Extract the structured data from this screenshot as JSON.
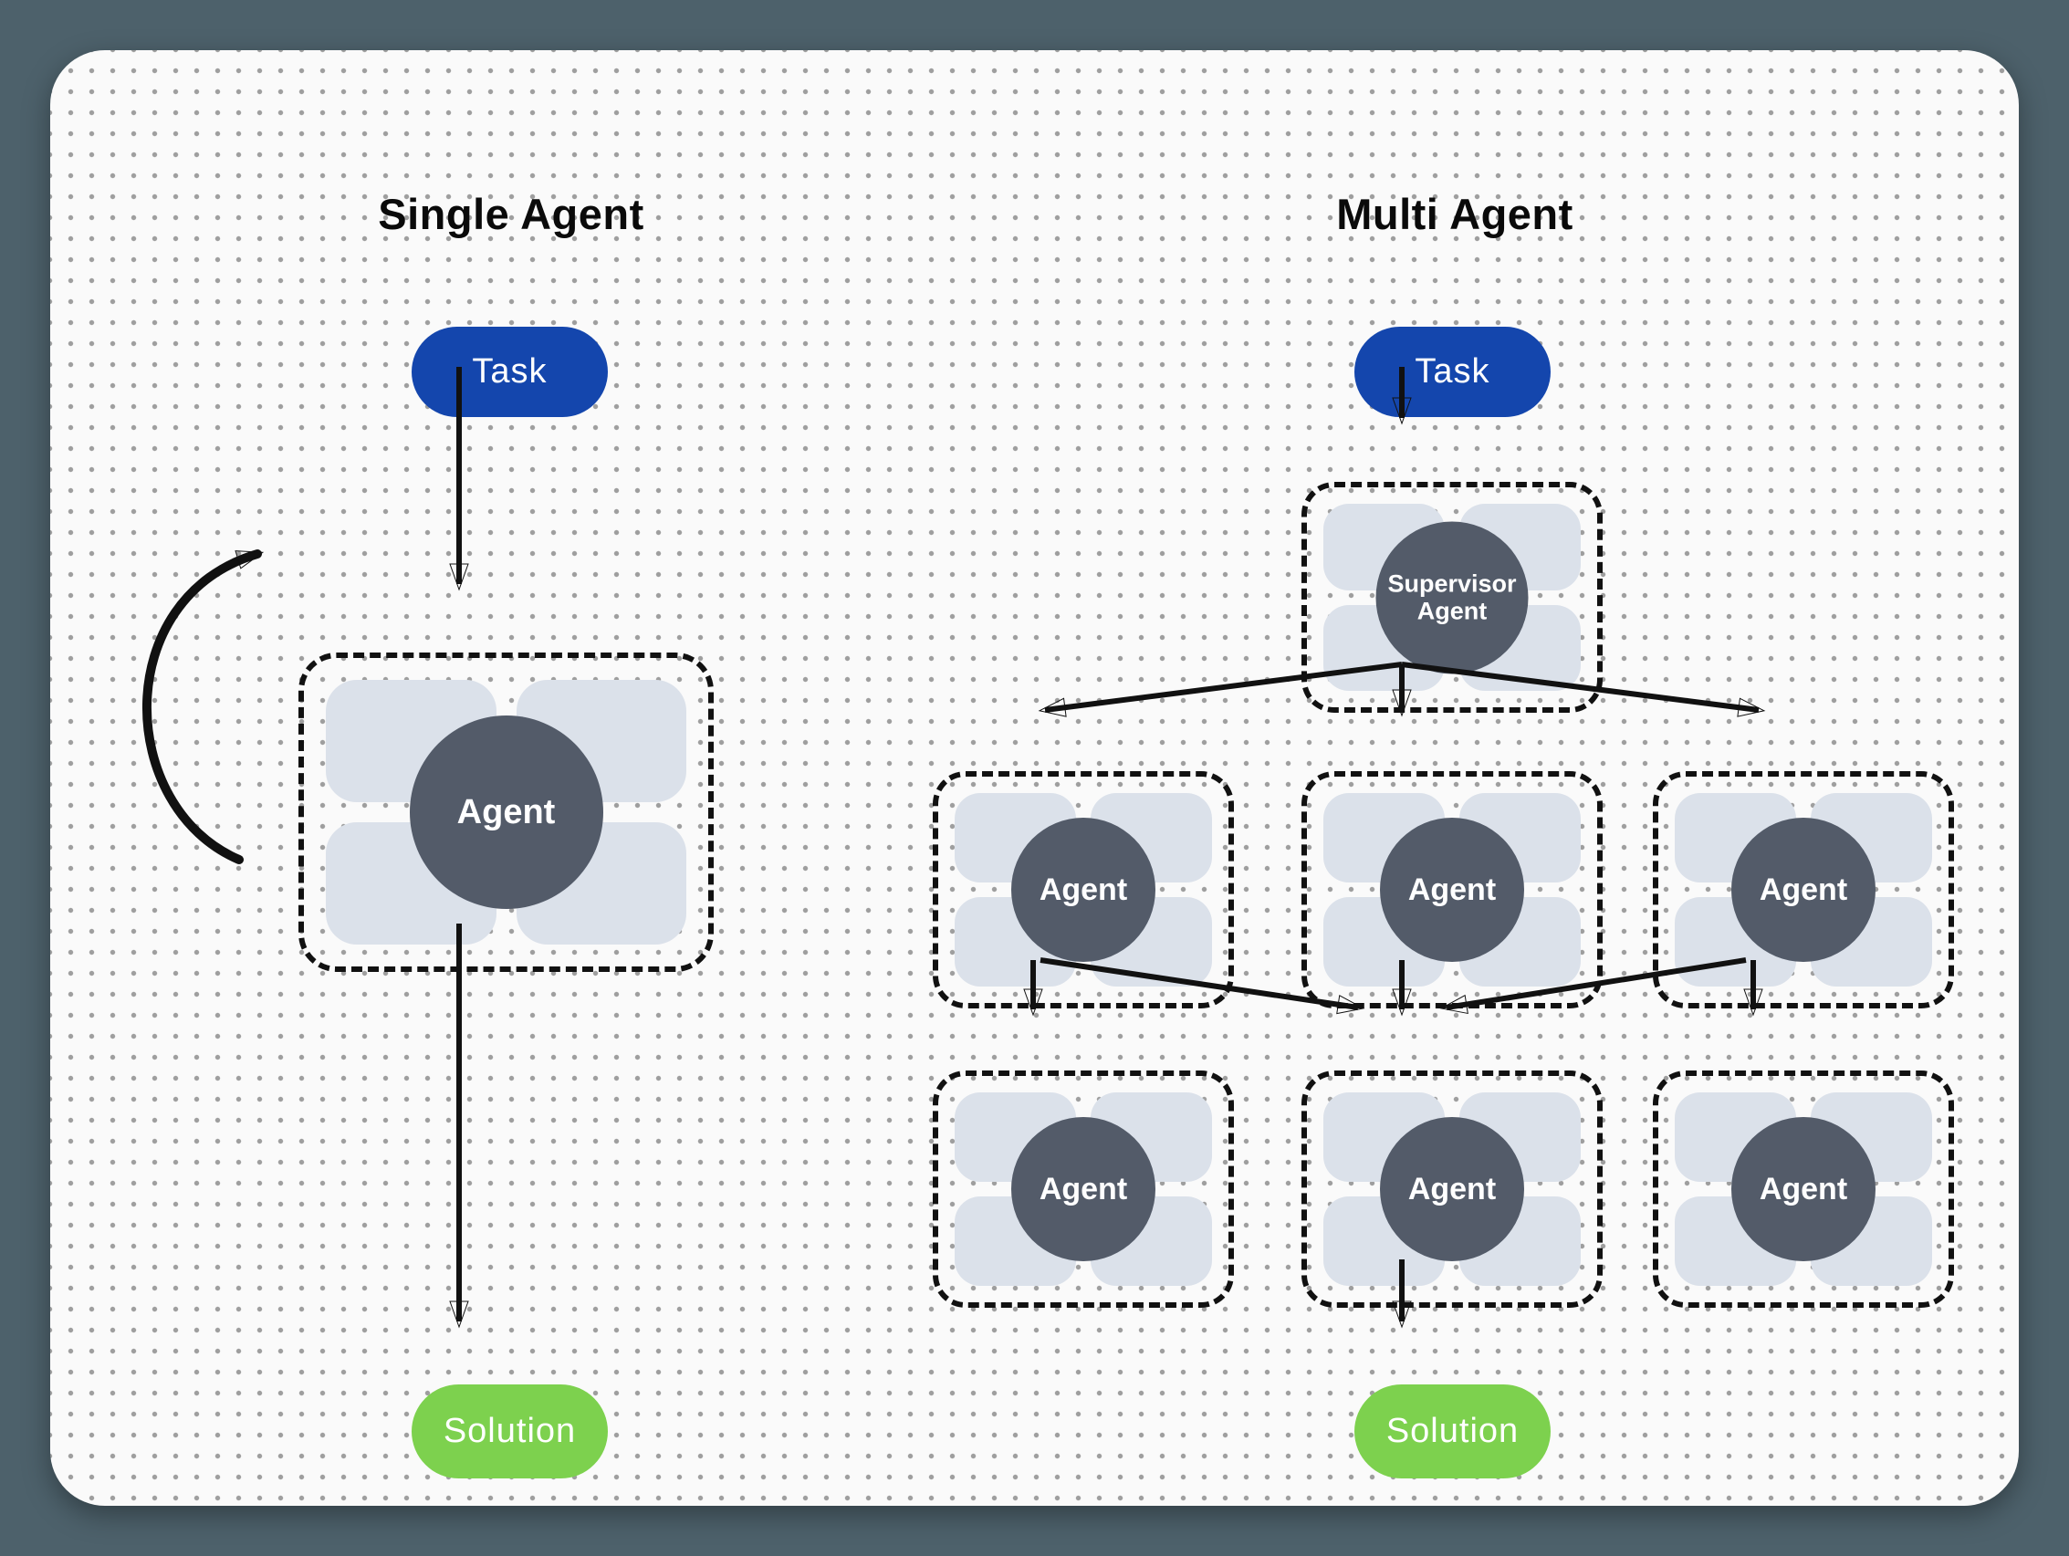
{
  "diagram": {
    "left": {
      "title": "Single Agent",
      "task_label": "Task",
      "agent_label": "Agent",
      "solution_label": "Solution"
    },
    "right": {
      "title": "Multi Agent",
      "task_label": "Task",
      "supervisor_label": "Supervisor Agent",
      "agents_row1": [
        "Agent",
        "Agent",
        "Agent"
      ],
      "agents_row2": [
        "Agent",
        "Agent",
        "Agent"
      ],
      "solution_label": "Solution"
    },
    "colors": {
      "backdrop": "#4d616b",
      "canvas": "#fafafa",
      "dot_grid": "#9e9e9e",
      "task_fill": "#1446ad",
      "solution_fill": "#7dd14e",
      "agent_circle_fill": "#535b69",
      "tool_block_fill": "#dbe1ea",
      "outline": "#111111",
      "label_text": "#ffffff",
      "title_text": "#0a0a0a"
    }
  }
}
